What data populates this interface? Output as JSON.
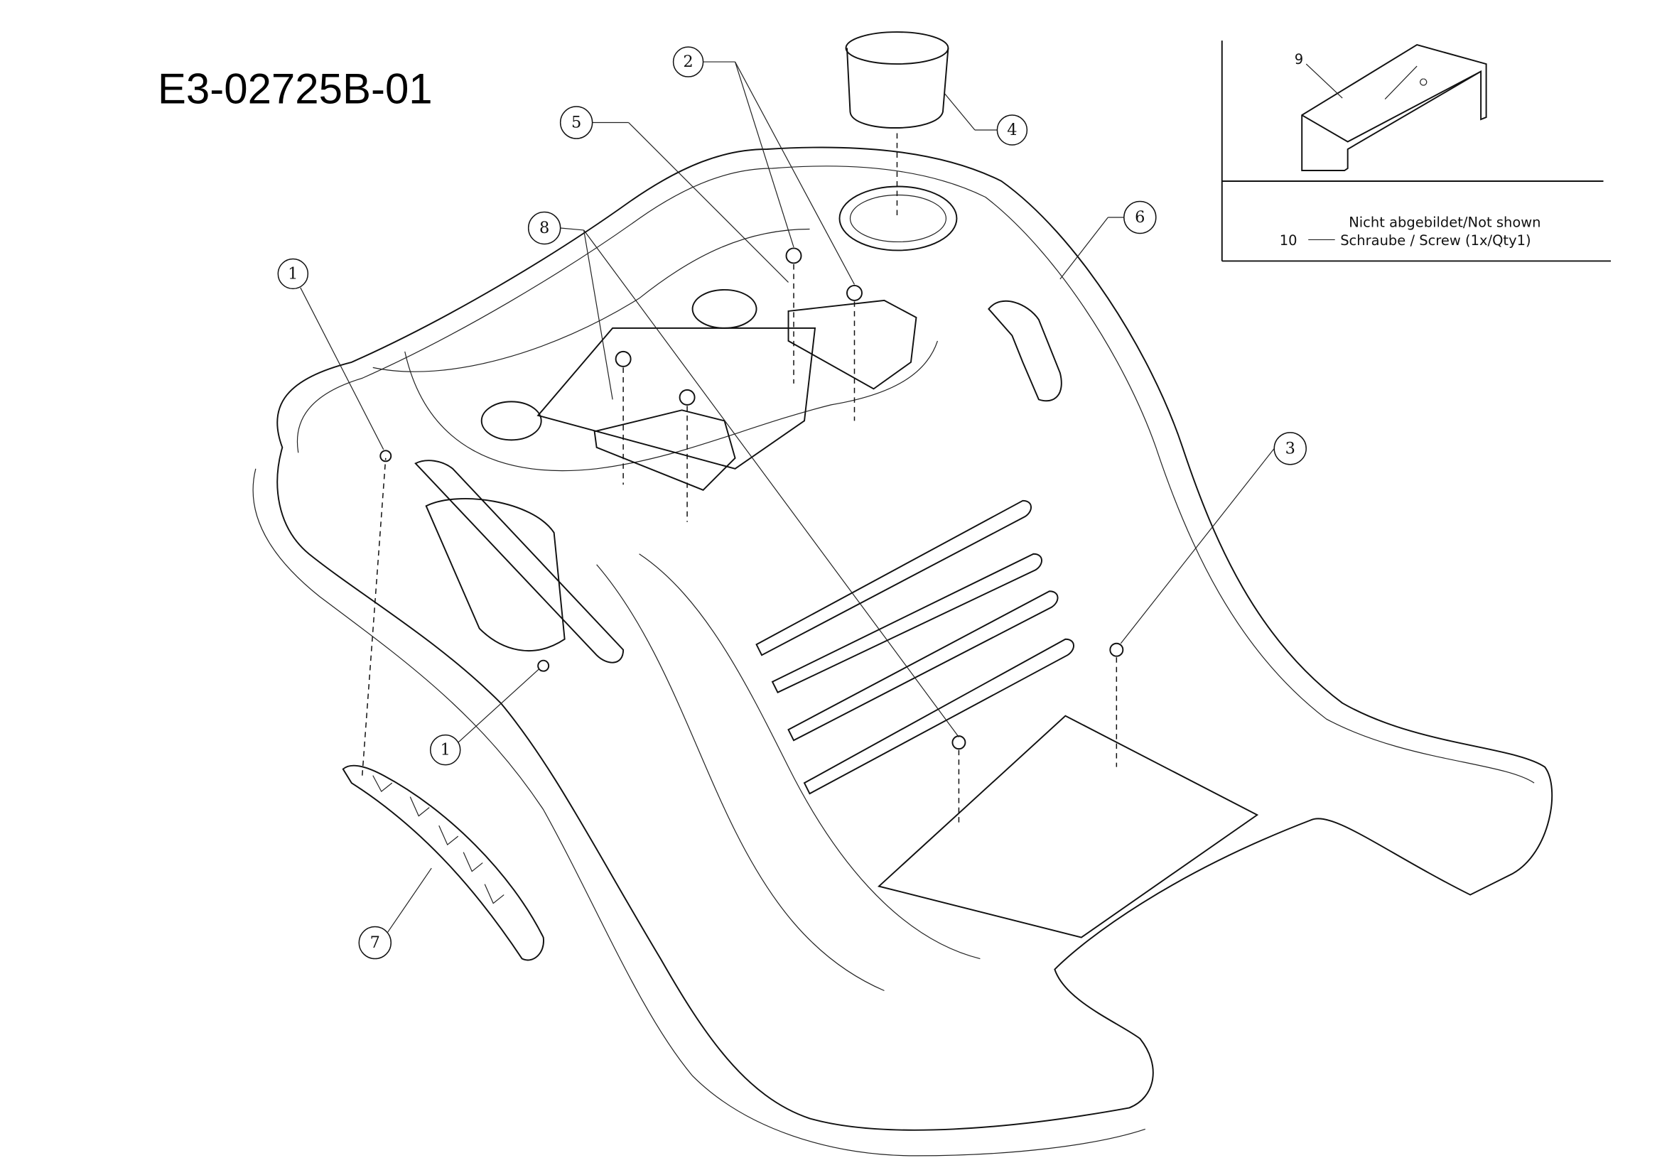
{
  "diagram": {
    "title": "E3-02725B-01",
    "callouts": [
      "1",
      "1",
      "2",
      "3",
      "4",
      "5",
      "6",
      "7",
      "8"
    ],
    "legend": {
      "item9_label": "9",
      "item10_number": "10",
      "item10_note": "Nicht abgebildet/Not shown",
      "item10_desc": "Schraube / Screw (1x/Qty1)"
    }
  }
}
